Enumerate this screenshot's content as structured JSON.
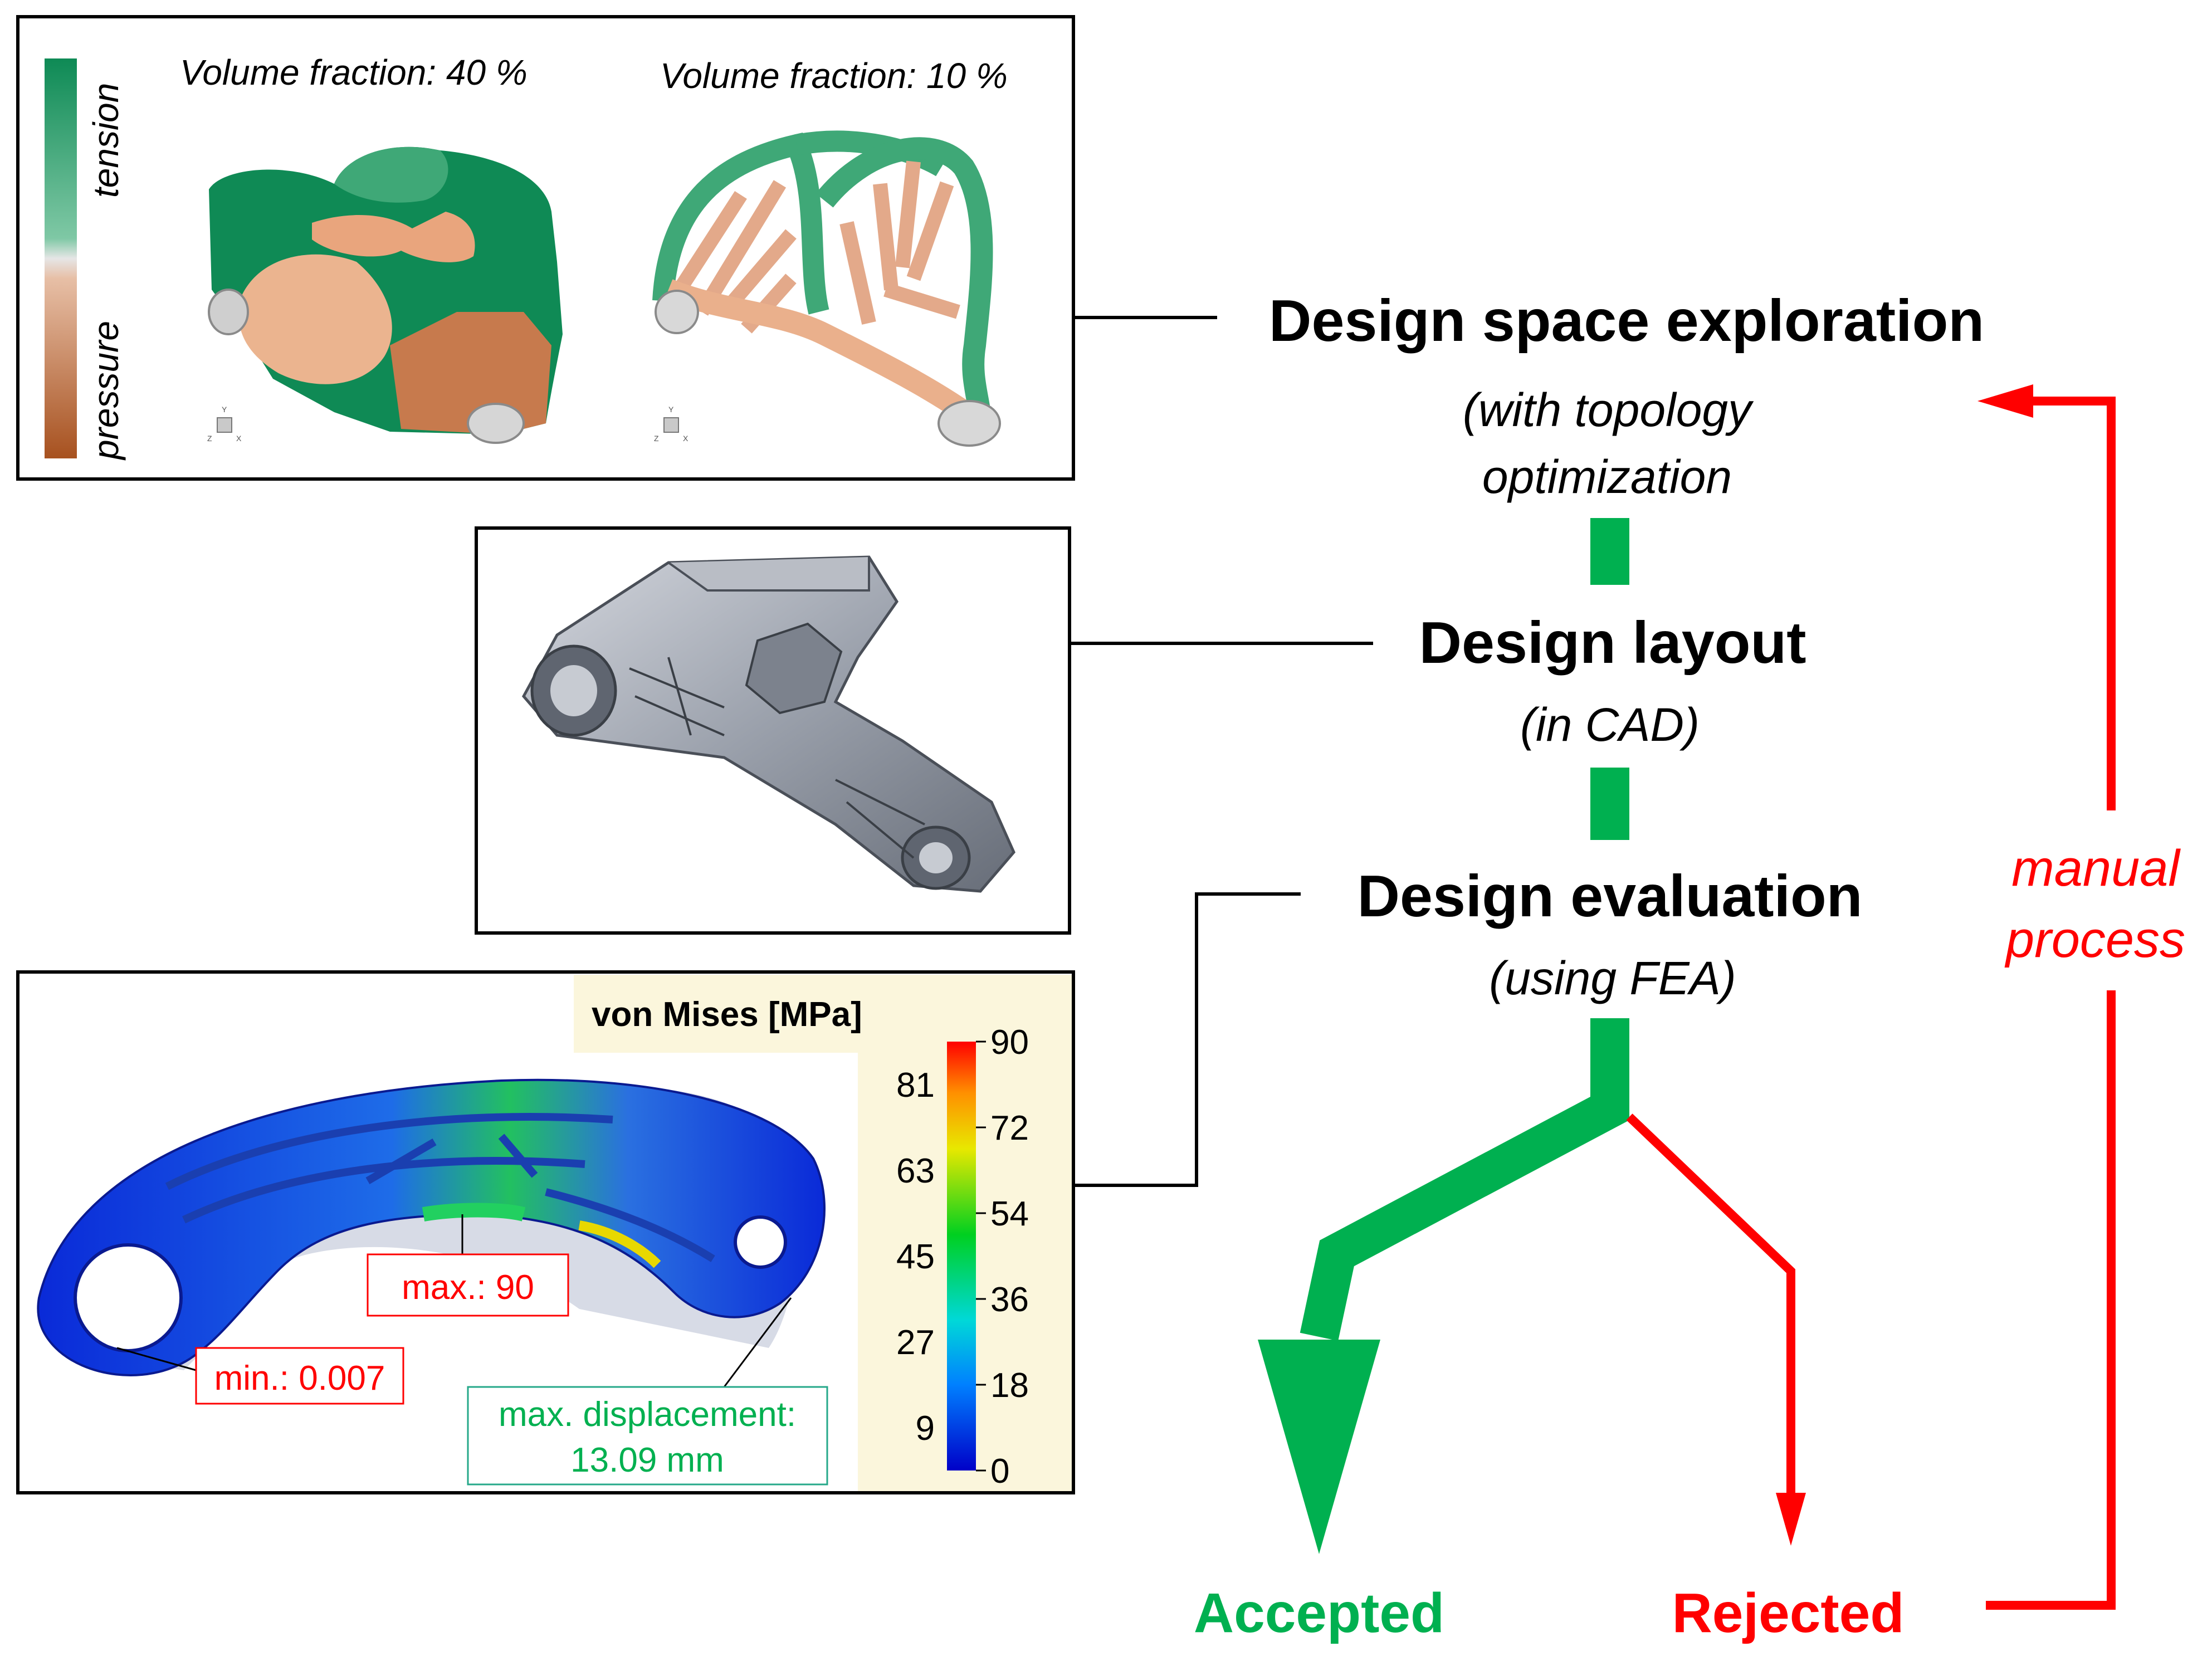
{
  "topology": {
    "vf40_label": "Volume fraction: 40 %",
    "vf10_label": "Volume fraction: 10 %",
    "tension_label": "tension",
    "pressure_label": "pressure",
    "tension_color": "#0e8a55",
    "pressure_color": "#a7511f",
    "axis_y": "Y",
    "axis_z": "Z",
    "axis_x": "X"
  },
  "fea": {
    "legend_title": "von Mises [MPa]",
    "ticks_left": [
      "81",
      "63",
      "45",
      "27",
      "9"
    ],
    "ticks_right": [
      "90",
      "72",
      "54",
      "36",
      "18",
      "0"
    ],
    "max_label": "max.: 90",
    "min_label": "min.: 0.007",
    "displacement_line1": "max. displacement:",
    "displacement_line2": "13.09 mm"
  },
  "steps": {
    "exploration_title": "Design space exploration",
    "exploration_sub1": "(with topology",
    "exploration_sub2": "optimization",
    "layout_title": "Design layout",
    "layout_sub": "(in CAD)",
    "evaluation_title": "Design evaluation",
    "evaluation_sub": "(using FEA)"
  },
  "outcomes": {
    "accepted": "Accepted",
    "rejected": "Rejected",
    "manual_line1": "manual",
    "manual_line2": "process",
    "accept_color": "#00b050",
    "reject_color": "#ff0000"
  }
}
